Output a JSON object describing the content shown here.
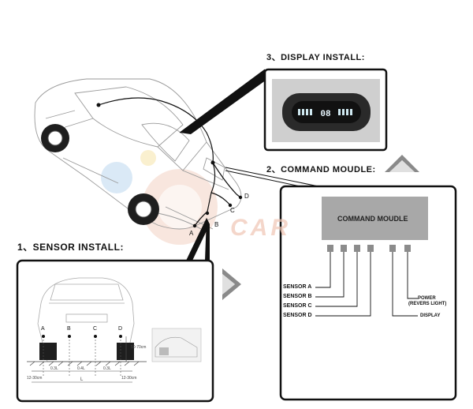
{
  "steps": {
    "display": "3、DISPLAY INSTALL:",
    "command": "2、COMMAND MOUDLE:",
    "sensor": "1、SENSOR INSTALL:"
  },
  "car_sensor_letters": [
    "A",
    "B",
    "C",
    "D"
  ],
  "display_reading": "08",
  "command_module": {
    "box_label": "COMMAND MOUDLE",
    "inputs": [
      "SENSOR A",
      "SENSOR B",
      "SENSOR C",
      "SENSOR D"
    ],
    "outputs": [
      "POWER",
      "(REVERS LIGHT)",
      "DISPLAY"
    ]
  },
  "sensor_panel": {
    "letters": [
      "A",
      "B",
      "C",
      "D"
    ],
    "height_label": "50-70cm",
    "spacing_labels": [
      "0.3L",
      "0.4L",
      "0.3L"
    ],
    "edge_labels": [
      "12-30cm",
      "12-30cm"
    ],
    "length_label": "L"
  },
  "watermark": "CAR",
  "colors": {
    "line": "#111111",
    "module_fill": "#a8a8a8",
    "display_bezel": "#2a2a2a",
    "segment": "#cfe8f0",
    "watermark": "#f0c6b4"
  }
}
